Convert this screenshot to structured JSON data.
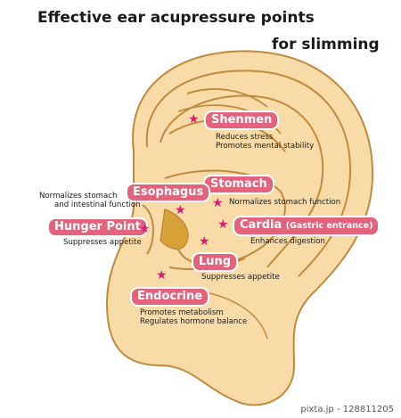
{
  "title": {
    "line1": "Effective ear acupressure points",
    "line2": "for slimming"
  },
  "colors": {
    "skin": "#f9dba8",
    "outline": "#c08a3c",
    "pill": "#e2637b",
    "star": "#d91e70",
    "concha_dot": "#d9a238"
  },
  "points": {
    "shenmen": {
      "label": "Shenmen",
      "desc1": "Reduces stress",
      "desc2": "Promotes mental stability"
    },
    "stomach": {
      "label": "Stomach",
      "desc1": "Normalizes stomach function"
    },
    "esophagus": {
      "label": "Esophagus",
      "desc1": "Normalizes stomach",
      "desc2": "and intestinal function"
    },
    "hunger": {
      "label": "Hunger Point",
      "desc1": "Suppresses appetite"
    },
    "cardia": {
      "label": "Cardia",
      "sub": "(Gastric entrance)",
      "desc1": "Enhances digestion"
    },
    "lung": {
      "label": "Lung",
      "desc1": "Suppresses appetite"
    },
    "endocrine": {
      "label": "Endocrine",
      "desc1": "Promotes metabolism",
      "desc2": "Regulates hormone balance"
    }
  },
  "star_glyph": "★",
  "footer": "pixta.jp - 128811205"
}
